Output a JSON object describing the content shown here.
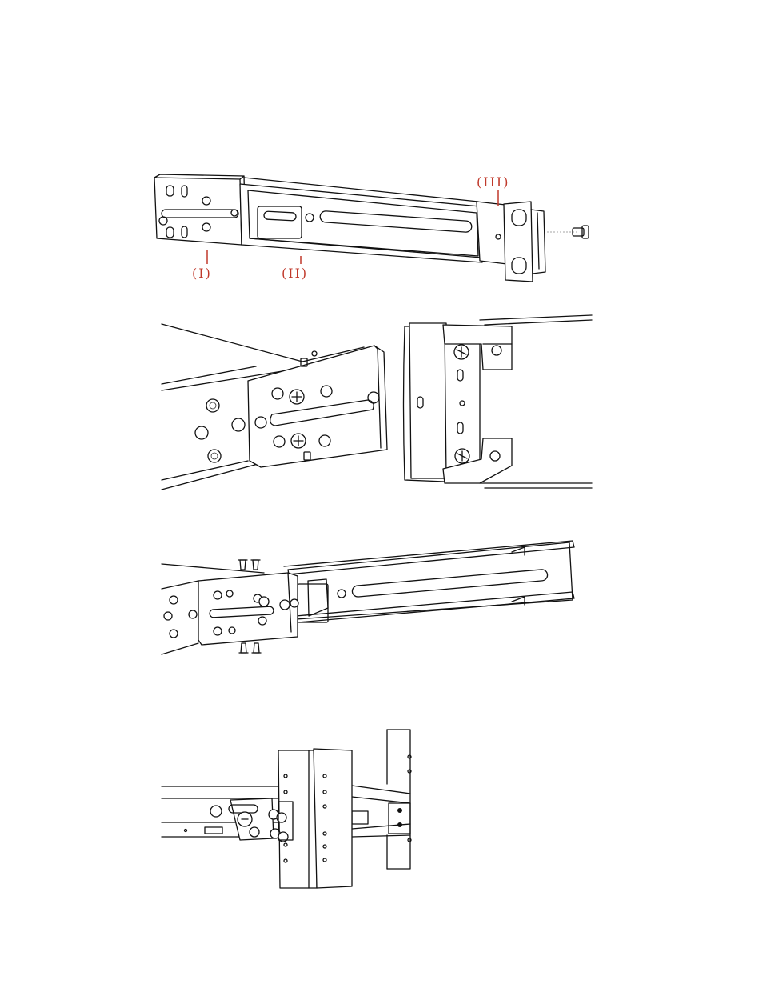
{
  "figure1": {
    "callouts": [
      {
        "id": "part-1",
        "label": "(I)"
      },
      {
        "id": "part-2",
        "label": "(II)"
      },
      {
        "id": "part-3",
        "label": "(III)"
      }
    ]
  },
  "colors": {
    "line": "#111111",
    "callout": "#c0392b",
    "background": "#ffffff"
  }
}
